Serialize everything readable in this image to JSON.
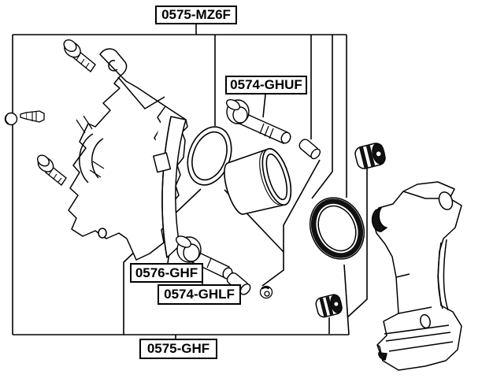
{
  "diagram": {
    "background": "#ffffff",
    "line_color": "#000000",
    "shading_color": "#111111",
    "labels": {
      "assembly_top": "0575-MZ6F",
      "upper_guide_pin": "0574-GHUF",
      "lower_pin_boot": "0576-GHF",
      "lower_sleeve": "0574-GHLF",
      "repair_kit_bottom": "0575-GHF"
    }
  }
}
